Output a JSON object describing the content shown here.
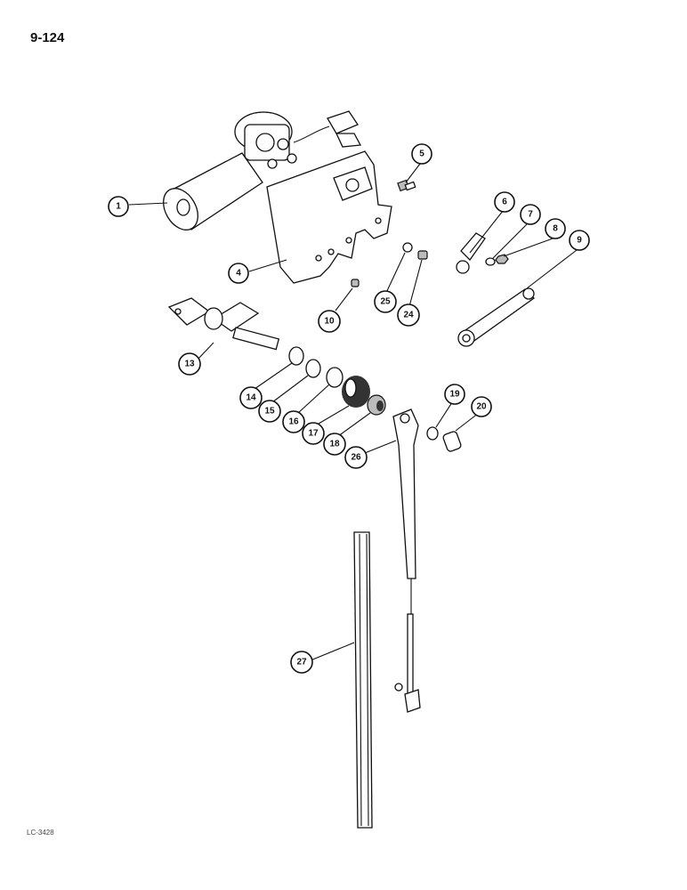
{
  "page_number": "9-124",
  "figure_code": "LC-3428",
  "callouts": [
    {
      "id": "1",
      "label": "1"
    },
    {
      "id": "4",
      "label": "4"
    },
    {
      "id": "5",
      "label": "5"
    },
    {
      "id": "6",
      "label": "6"
    },
    {
      "id": "7",
      "label": "7"
    },
    {
      "id": "8",
      "label": "8"
    },
    {
      "id": "9",
      "label": "9"
    },
    {
      "id": "10",
      "label": "10"
    },
    {
      "id": "13",
      "label": "13"
    },
    {
      "id": "14",
      "label": "14"
    },
    {
      "id": "15",
      "label": "15"
    },
    {
      "id": "16",
      "label": "16"
    },
    {
      "id": "17",
      "label": "17"
    },
    {
      "id": "18",
      "label": "18"
    },
    {
      "id": "19",
      "label": "19"
    },
    {
      "id": "20",
      "label": "20"
    },
    {
      "id": "24",
      "label": "24"
    },
    {
      "id": "25",
      "label": "25"
    },
    {
      "id": "26",
      "label": "26"
    },
    {
      "id": "27",
      "label": "27"
    }
  ]
}
